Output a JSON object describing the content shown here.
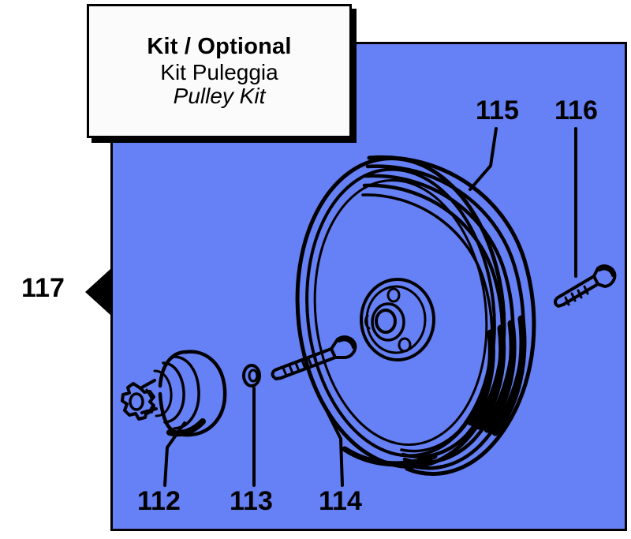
{
  "diagram": {
    "title_box": {
      "line1": "Kit / Optional",
      "line2": "Kit Puleggia",
      "line3": "Pulley Kit"
    },
    "panel": {
      "background_color": "#6680f5",
      "border_color": "#000000"
    },
    "callouts": [
      {
        "id": "115",
        "label": "115",
        "part": "pulley-wheel",
        "position": "top-right"
      },
      {
        "id": "116",
        "label": "116",
        "part": "pulley-bolt",
        "position": "top-right"
      },
      {
        "id": "112",
        "label": "112",
        "part": "splined-hub",
        "position": "bottom-left"
      },
      {
        "id": "113",
        "label": "113",
        "part": "washer",
        "position": "bottom-center"
      },
      {
        "id": "114",
        "label": "114",
        "part": "center-bolt",
        "position": "bottom-center"
      },
      {
        "id": "117",
        "label": "117",
        "part": "kit-assembly-marker",
        "position": "left-outside"
      }
    ],
    "parts": {
      "pulley": "multi-groove-v-belt-pulley",
      "hub_flange": "hub-flange-with-bolt-holes",
      "splined_hub": "splined-drive-hub",
      "washer": "flat-washer",
      "center_bolt": "threaded-center-bolt",
      "side_bolt": "threaded-side-bolt",
      "kit_marker": "black-arrow-marker"
    }
  }
}
